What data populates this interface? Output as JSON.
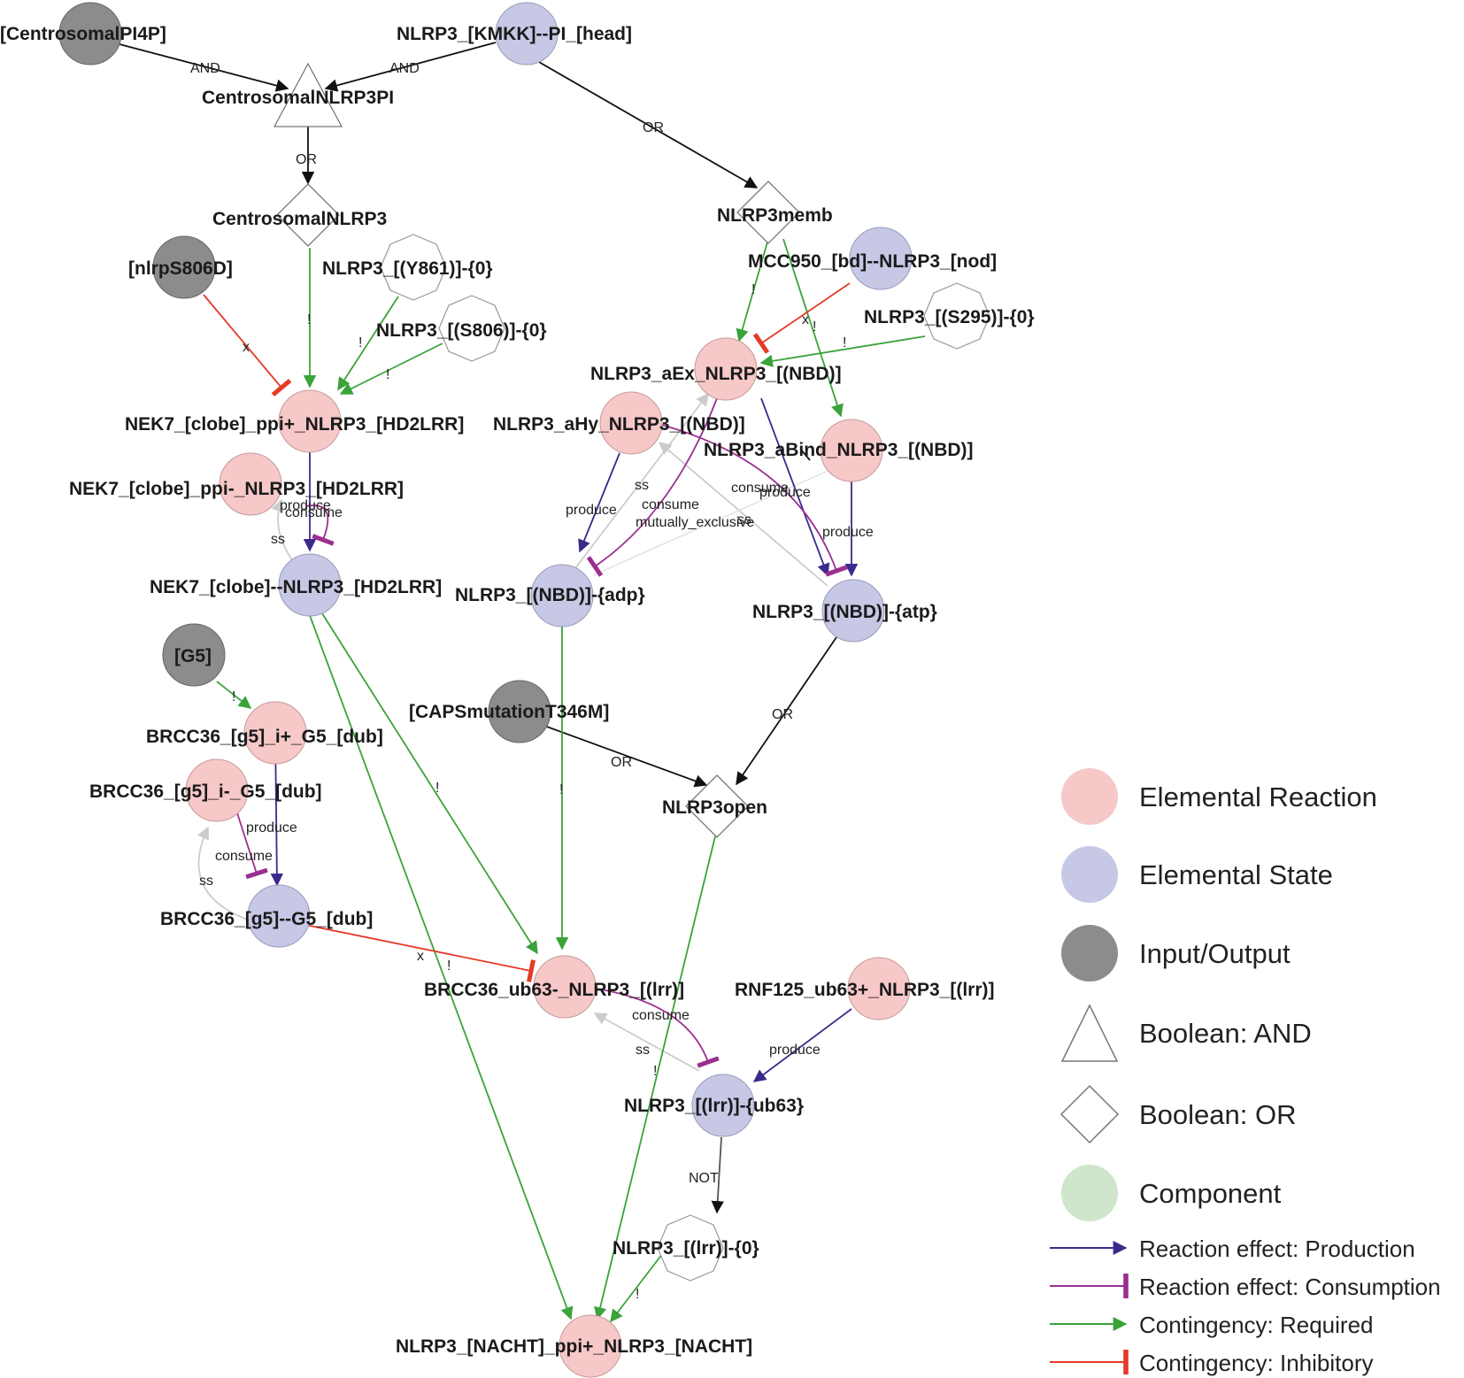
{
  "colors": {
    "reaction": "#f7c8c8",
    "state": "#c7c7e6",
    "io": "#8c8c8c",
    "component": "#cfe6cc",
    "production": "#3b2a8c",
    "consumption": "#9b2f8f",
    "required": "#3aa33a",
    "inhibitory": "#e43a26",
    "boolean": "#111111",
    "ss": "#cccccc"
  },
  "nodes": {
    "centrosomal_pi4p": "[CentrosomalPI4P]",
    "nlrp3_kmkk_pi": "NLRP3_[KMKK]--PI_[head]",
    "centrosomal_nlrp3pi": "CentrosomalNLRP3PI",
    "centrosomal_nlrp3": "CentrosomalNLRP3",
    "nlrp3memb": "NLRP3memb",
    "mcc950": "MCC950_[bd]--NLRP3_[nod]",
    "nlrps806d": "[nlrpS806D]",
    "nlrp3_y861": "NLRP3_[(Y861)]-{0}",
    "nlrp3_s806": "NLRP3_[(S806)]-{0}",
    "nlrp3_s295": "NLRP3_[(S295)]-{0}",
    "nlrp3_aex": "NLRP3_aEx_NLRP3_[(NBD)]",
    "nek7_ppi_plus": "NEK7_[clobe]_ppi+_NLRP3_[HD2LRR]",
    "nlrp3_ahy": "NLRP3_aHy_NLRP3_[(NBD)]",
    "nlrp3_abind": "NLRP3_aBind_NLRP3_[(NBD)]",
    "nek7_ppi_minus": "NEK7_[clobe]_ppi-_NLRP3_[HD2LRR]",
    "nek7_bound": "NEK7_[clobe]--NLRP3_[HD2LRR]",
    "nlrp3_adp": "NLRP3_[(NBD)]-{adp}",
    "nlrp3_atp": "NLRP3_[(NBD)]-{atp}",
    "g5": "[G5]",
    "caps": "[CAPSmutationT346M]",
    "brcc36_i_plus": "BRCC36_[g5]_i+_G5_[dub]",
    "brcc36_i_minus": "BRCC36_[g5]_i-_G5_[dub]",
    "nlrp3open": "NLRP3open",
    "brcc36_bound": "BRCC36_[g5]--G5_[dub]",
    "brcc36_ub63": "BRCC36_ub63-_NLRP3_[(lrr)]",
    "rnf125": "RNF125_ub63+_NLRP3_[(lrr)]",
    "nlrp3_lrr_ub63": "NLRP3_[(lrr)]-{ub63}",
    "nlrp3_lrr_0": "NLRP3_[(lrr)]-{0}",
    "nlrp3_nacht": "NLRP3_[NACHT]_ppi+_NLRP3_[NACHT]"
  },
  "edge_labels": {
    "and": "AND",
    "or": "OR",
    "not": "NOT",
    "required": "!",
    "inhibitory": "x",
    "produce": "produce",
    "consume": "consume",
    "ss": "ss",
    "mutually_exclusive": "mutually_exclusive"
  },
  "legend": {
    "elemental_reaction": "Elemental Reaction",
    "elemental_state": "Elemental State",
    "input_output": "Input/Output",
    "boolean_and": "Boolean: AND",
    "boolean_or": "Boolean: OR",
    "component": "Component",
    "production": "Reaction effect: Production",
    "consumption": "Reaction effect: Consumption",
    "required": "Contingency: Required",
    "inhibitory": "Contingency: Inhibitory"
  }
}
